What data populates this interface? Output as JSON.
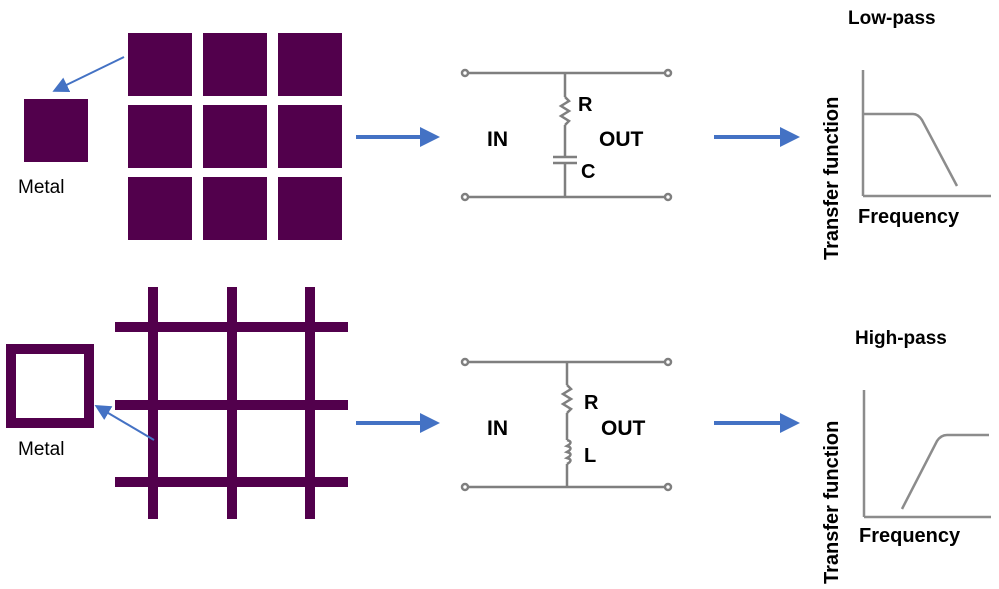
{
  "colors": {
    "metal": "#52004c",
    "arrow": "#4472c4",
    "wire": "#7f7f7f",
    "text": "#000000"
  },
  "rows": [
    {
      "metal_label": "Metal",
      "metal_shape": "solid-square-patch",
      "circuit": {
        "in_label": "IN",
        "out_label": "OUT",
        "top_component": "R",
        "bottom_component": "C"
      },
      "response": {
        "title": "Low-pass",
        "ylabel": "Transfer function",
        "xlabel": "Frequency"
      }
    },
    {
      "metal_label": "Metal",
      "metal_shape": "square-loop-grid",
      "circuit": {
        "in_label": "IN",
        "out_label": "OUT",
        "top_component": "R",
        "bottom_component": "L"
      },
      "response": {
        "title": "High-pass",
        "ylabel": "Transfer function",
        "xlabel": "Frequency"
      }
    }
  ]
}
